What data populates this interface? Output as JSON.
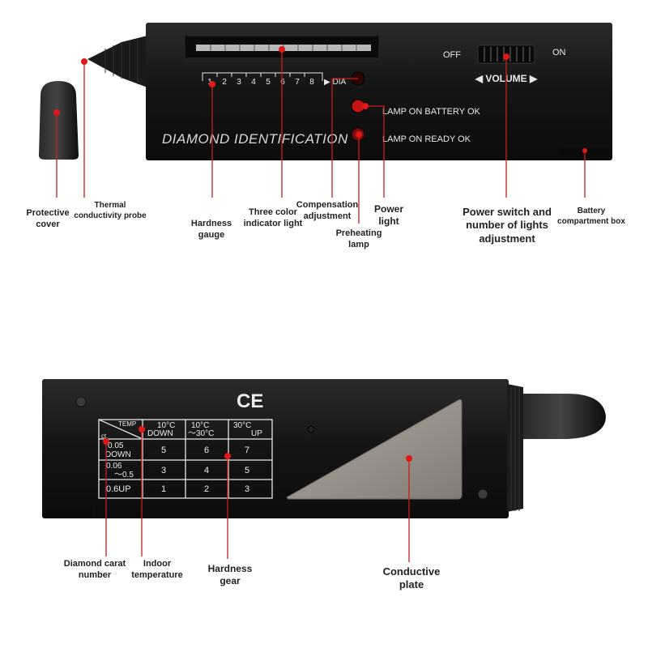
{
  "top_device": {
    "scale_ticks": [
      "1",
      "2",
      "3",
      "4",
      "5",
      "6",
      "7",
      "8"
    ],
    "dia_label": "▶ DIA",
    "lamp_battery": "LAMP ON BATTERY OK",
    "lamp_ready": "LAMP ON READY OK",
    "off_label": "OFF",
    "on_label": "ON",
    "volume_label": "◀ VOLUME ▶",
    "brand_text": "DIAMOND IDENTIFICATION"
  },
  "top_callouts": {
    "protective_cover": "Protective cover",
    "thermal_probe": "Thermal conductivity probe",
    "hardness_gauge": "Hardness gauge",
    "three_color_light": "Three color indicator light",
    "compensation": "Compensation adjustment",
    "preheating": "Preheating lamp",
    "power_light": "Power light",
    "power_switch": "Power switch and number of lights adjustment",
    "battery_box": "Battery compartment box"
  },
  "bottom_device": {
    "ce_mark": "CE",
    "table": {
      "corner_temp": "TEMP",
      "corner_ct": "ct",
      "col_headers": [
        [
          "10°C",
          "DOWN"
        ],
        [
          "10°C",
          "～30°C"
        ],
        [
          "30°C",
          "UP"
        ]
      ],
      "row_headers": [
        [
          "0.05",
          "DOWN"
        ],
        [
          "0.06",
          "～0.5"
        ],
        [
          "0.6UP"
        ]
      ],
      "cells": [
        [
          "5",
          "6",
          "7"
        ],
        [
          "3",
          "4",
          "5"
        ],
        [
          "1",
          "2",
          "3"
        ]
      ]
    }
  },
  "bottom_callouts": {
    "carat": "Diamond carat number",
    "temperature": "Indoor temperature",
    "hardness_gear": "Hardness gear",
    "conductive_plate": "Conductive plate"
  },
  "colors": {
    "device_body": "#151515",
    "callout_line": "#c42020",
    "plate": "#9a938c",
    "led_red": "#e01818"
  }
}
